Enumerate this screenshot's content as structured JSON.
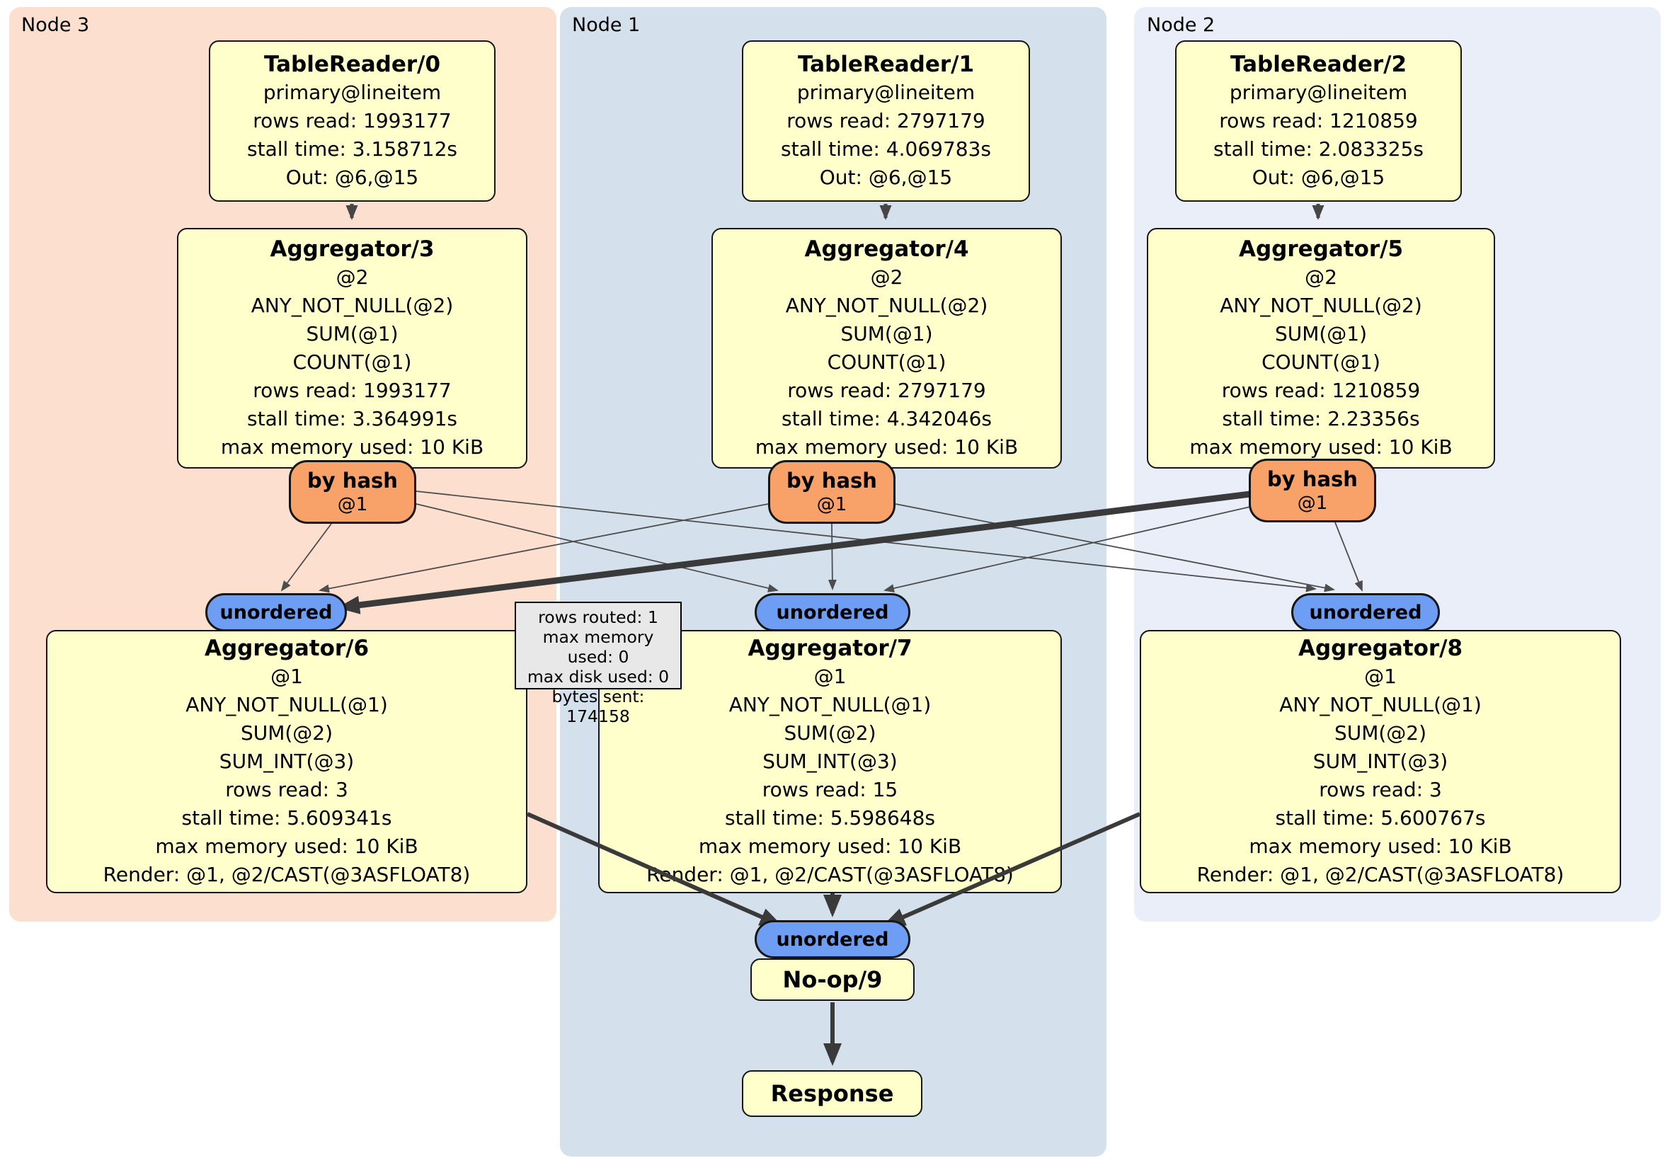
{
  "colors": {
    "box-yellow": "#ffffcc",
    "router-orange": "#f8a26a",
    "sync-blue": "#6d9ef3",
    "tooltip-grey": "#e8e8e8",
    "panel-node3": "#fcdfcf",
    "panel-node1": "#d4e1ed",
    "panel-node2": "#e9eef8",
    "edge-grey": "#4d4d4d"
  },
  "nodes": [
    {
      "label": "Node 3",
      "table_reader": {
        "title": "TableReader/0",
        "lines": [
          "primary@lineitem",
          "rows read: 1993177",
          "stall time: 3.158712s",
          "Out: @6,@15"
        ]
      },
      "aggregator_top": {
        "title": "Aggregator/3",
        "lines": [
          "@2",
          "ANY_NOT_NULL(@2)",
          "SUM(@1)",
          "COUNT(@1)",
          "rows read: 1993177",
          "stall time: 3.364991s",
          "max memory used: 10 KiB"
        ]
      },
      "router": {
        "title": "by hash",
        "subtitle": "@1"
      },
      "sync": {
        "label": "unordered"
      },
      "aggregator_bottom": {
        "title": "Aggregator/6",
        "lines": [
          "@1",
          "ANY_NOT_NULL(@1)",
          "SUM(@2)",
          "SUM_INT(@3)",
          "rows read: 3",
          "stall time: 5.609341s",
          "max memory used: 10 KiB",
          "Render: @1, @2/CAST(@3ASFLOAT8)"
        ]
      }
    },
    {
      "label": "Node 1",
      "table_reader": {
        "title": "TableReader/1",
        "lines": [
          "primary@lineitem",
          "rows read: 2797179",
          "stall time: 4.069783s",
          "Out: @6,@15"
        ]
      },
      "aggregator_top": {
        "title": "Aggregator/4",
        "lines": [
          "@2",
          "ANY_NOT_NULL(@2)",
          "SUM(@1)",
          "COUNT(@1)",
          "rows read: 2797179",
          "stall time: 4.342046s",
          "max memory used: 10 KiB"
        ]
      },
      "router": {
        "title": "by hash",
        "subtitle": "@1"
      },
      "sync": {
        "label": "unordered"
      },
      "aggregator_bottom": {
        "title": "Aggregator/7",
        "lines": [
          "@1",
          "ANY_NOT_NULL(@1)",
          "SUM(@2)",
          "SUM_INT(@3)",
          "rows read: 15",
          "stall time: 5.598648s",
          "max memory used: 10 KiB",
          "Render: @1, @2/CAST(@3ASFLOAT8)"
        ]
      }
    },
    {
      "label": "Node 2",
      "table_reader": {
        "title": "TableReader/2",
        "lines": [
          "primary@lineitem",
          "rows read: 1210859",
          "stall time: 2.083325s",
          "Out: @6,@15"
        ]
      },
      "aggregator_top": {
        "title": "Aggregator/5",
        "lines": [
          "@2",
          "ANY_NOT_NULL(@2)",
          "SUM(@1)",
          "COUNT(@1)",
          "rows read: 1210859",
          "stall time: 2.23356s",
          "max memory used: 10 KiB"
        ]
      },
      "router": {
        "title": "by hash",
        "subtitle": "@1"
      },
      "sync": {
        "label": "unordered"
      },
      "aggregator_bottom": {
        "title": "Aggregator/8",
        "lines": [
          "@1",
          "ANY_NOT_NULL(@1)",
          "SUM(@2)",
          "SUM_INT(@3)",
          "rows read: 3",
          "stall time: 5.600767s",
          "max memory used: 10 KiB",
          "Render: @1, @2/CAST(@3ASFLOAT8)"
        ]
      }
    }
  ],
  "edge_tooltip": {
    "lines": [
      "rows routed: 1",
      "max memory used: 0",
      "max disk used: 0",
      "bytes sent: 174158"
    ]
  },
  "final": {
    "sync_label": "unordered",
    "noop_title": "No-op/9",
    "response_title": "Response"
  }
}
